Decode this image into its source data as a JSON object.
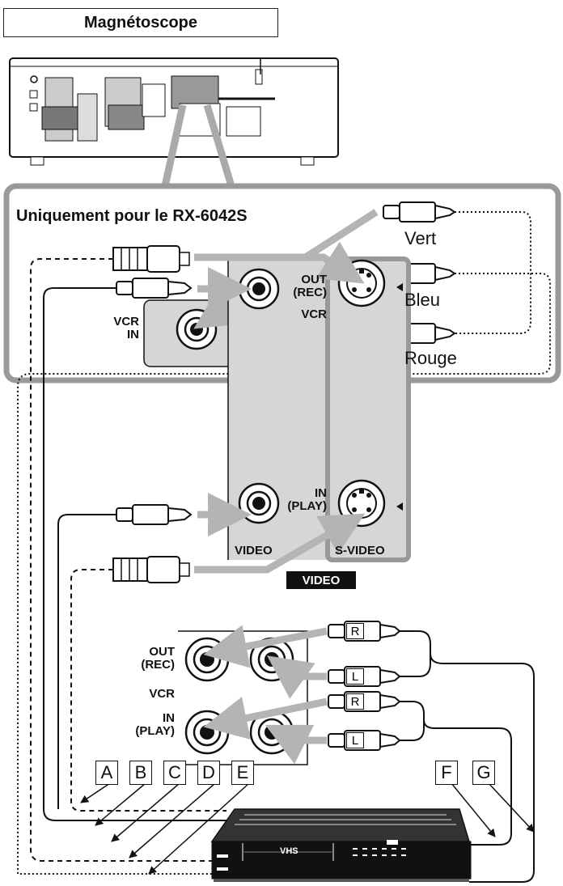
{
  "header": {
    "title": "Magnétoscope"
  },
  "inset": {
    "title": "Uniquement pour le RX-6042S",
    "jack_label": "VCR\nIN",
    "plugs": [
      {
        "label": "Vert"
      },
      {
        "label": "Bleu"
      },
      {
        "label": "Rouge"
      }
    ]
  },
  "video_panel": {
    "out_label": "OUT\n(REC)",
    "vcr_label": "VCR",
    "in_label": "IN\n(PLAY)",
    "video_label": "VIDEO",
    "svideo_label": "S-VIDEO",
    "badge": "VIDEO"
  },
  "audio_panel": {
    "out_label": "OUT\n(REC)",
    "vcr_label": "VCR",
    "in_label": "IN\n(PLAY)",
    "plug_r": "R",
    "plug_l": "L"
  },
  "cable_letters": [
    "A",
    "B",
    "C",
    "D",
    "E",
    "F",
    "G"
  ],
  "vcr_device": {
    "brand": "VHS"
  },
  "colors": {
    "line": "#111111",
    "arrow": "#b4b4b4",
    "panel": "#d6d6d6"
  }
}
